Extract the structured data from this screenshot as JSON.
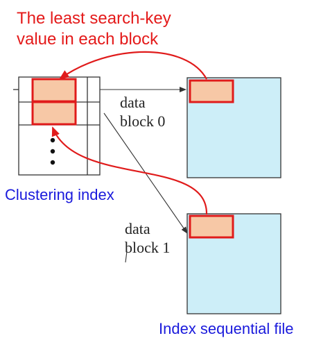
{
  "annotation": {
    "line1": "The least search-key",
    "line2": "value in each block",
    "color": "#e41a1a"
  },
  "index_label": {
    "text": "Clustering index",
    "color": "#1a1adc"
  },
  "file_label": {
    "text": "Index sequential file",
    "color": "#1a1adc"
  },
  "data_blocks": [
    {
      "line1": "data",
      "line2": "block 0"
    },
    {
      "line1": "data",
      "line2": "block 1"
    }
  ],
  "colors": {
    "highlight_fill": "#f7c8a6",
    "highlight_stroke": "#e01b1b",
    "block_fill": "#cdeef8",
    "line": "#333333"
  }
}
